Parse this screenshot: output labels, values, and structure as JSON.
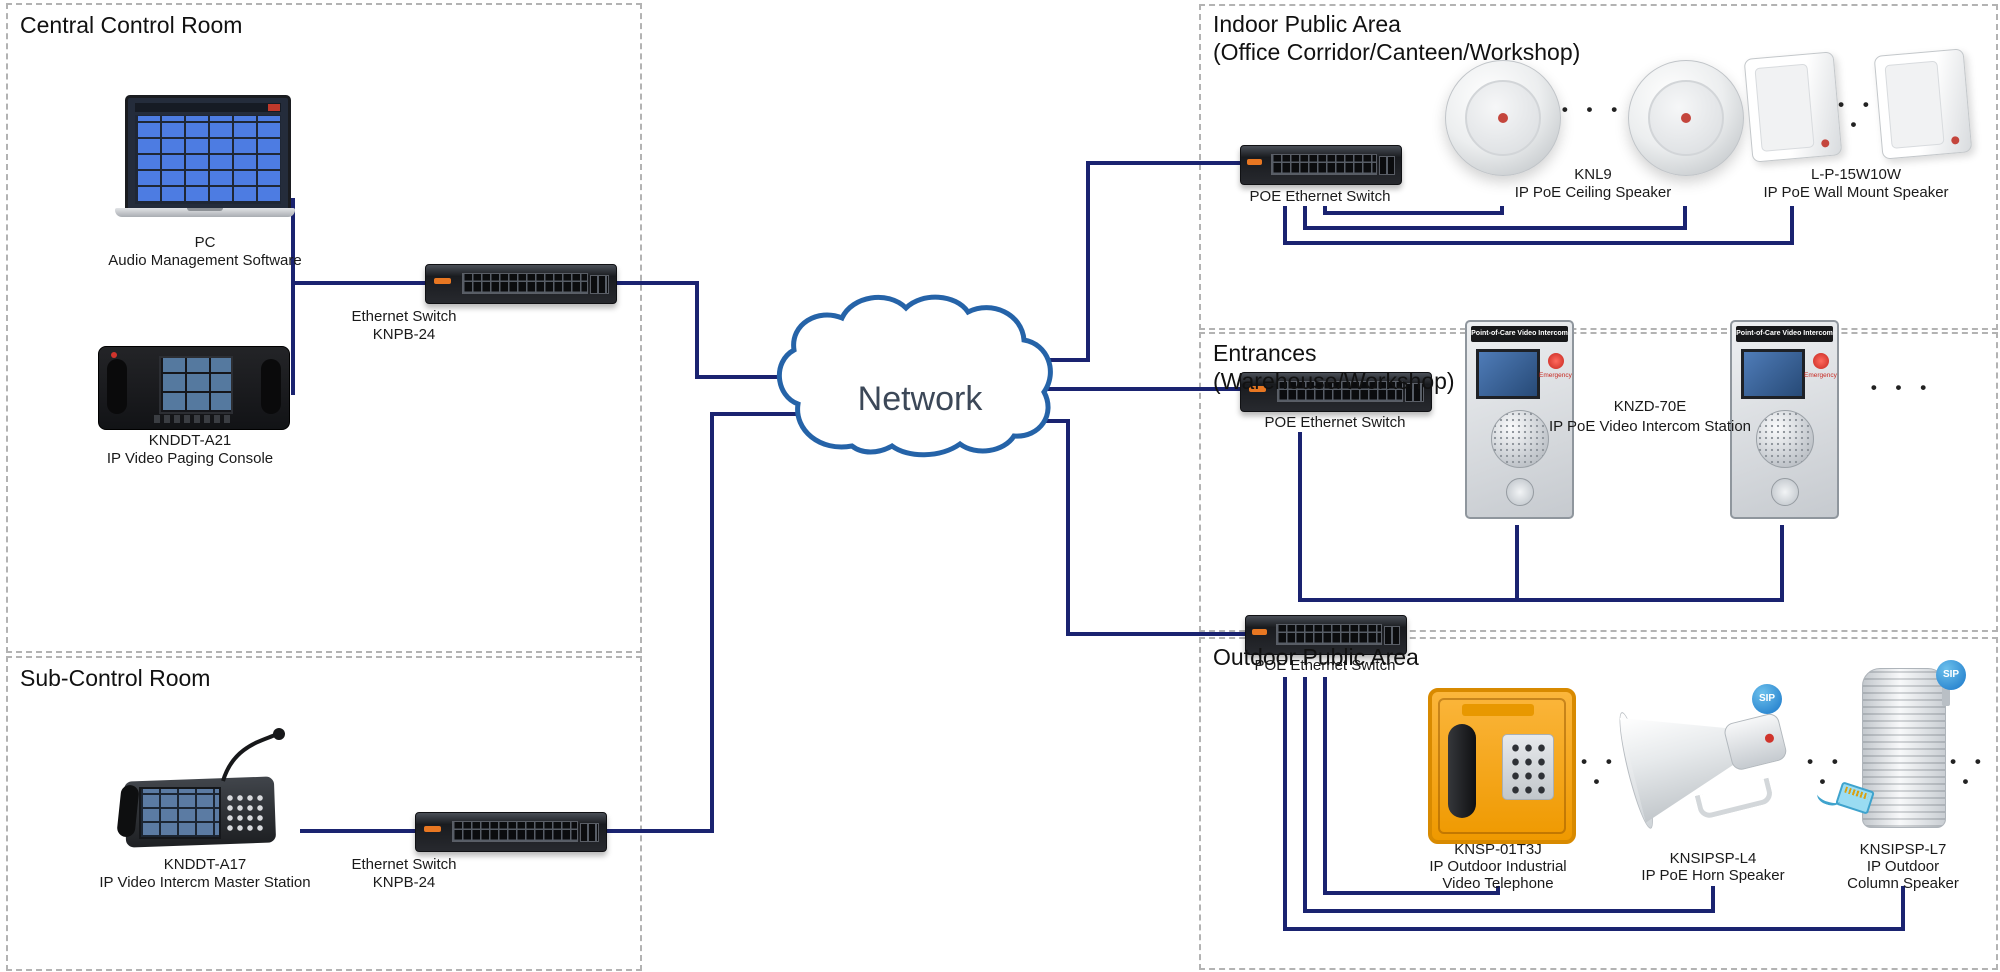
{
  "diagram": {
    "network_label": "Network",
    "dots": "• • •"
  },
  "central": {
    "title": "Central Control Room",
    "pc": {
      "name": "PC",
      "desc": "Audio Management Software"
    },
    "console": {
      "model": "KNDDT-A21",
      "desc": "IP Video Paging Console"
    },
    "switch": {
      "name": "Ethernet Switch",
      "model": "KNPB-24"
    }
  },
  "sub": {
    "title": "Sub-Control Room",
    "master": {
      "model": "KNDDT-A17",
      "desc": "IP Video Intercm Master Station"
    },
    "switch": {
      "name": "Ethernet Switch",
      "model": "KNPB-24"
    }
  },
  "indoor": {
    "title": "Indoor Public Area",
    "subtitle": "(Office Corridor/Canteen/Workshop)",
    "switch_label": "POE Ethernet Switch",
    "ceiling_speaker": {
      "model": "KNL9",
      "desc": "IP PoE Ceiling Speaker"
    },
    "wall_speaker": {
      "model": "L-P-15W10W",
      "desc": "IP PoE Wall Mount Speaker"
    }
  },
  "entrances": {
    "title": "Entrances",
    "subtitle": "(Warehouse/Workshop)",
    "switch_label": "POE Ethernet Switch",
    "intercom": {
      "model": "KNZD-70E",
      "desc": "IP PoE Video Intercom Station",
      "panel_header": "Point-of-Care Video Intercom",
      "emergency_label": "Emergency"
    }
  },
  "outdoor": {
    "title": "Outdoor Public Area",
    "switch_label": "POE Ethernet Switch",
    "phone": {
      "model": "KNSP-01T3J",
      "desc1": "IP Outdoor Industrial",
      "desc2": "Video Telephone"
    },
    "horn_speaker": {
      "model": "KNSIPSP-L4",
      "desc": "IP PoE Horn Speaker",
      "badge": "SIP"
    },
    "column_speaker": {
      "model": "KNSIPSP-L7",
      "desc1": "IP Outdoor",
      "desc2": "Column Speaker",
      "badge": "SIP"
    }
  }
}
